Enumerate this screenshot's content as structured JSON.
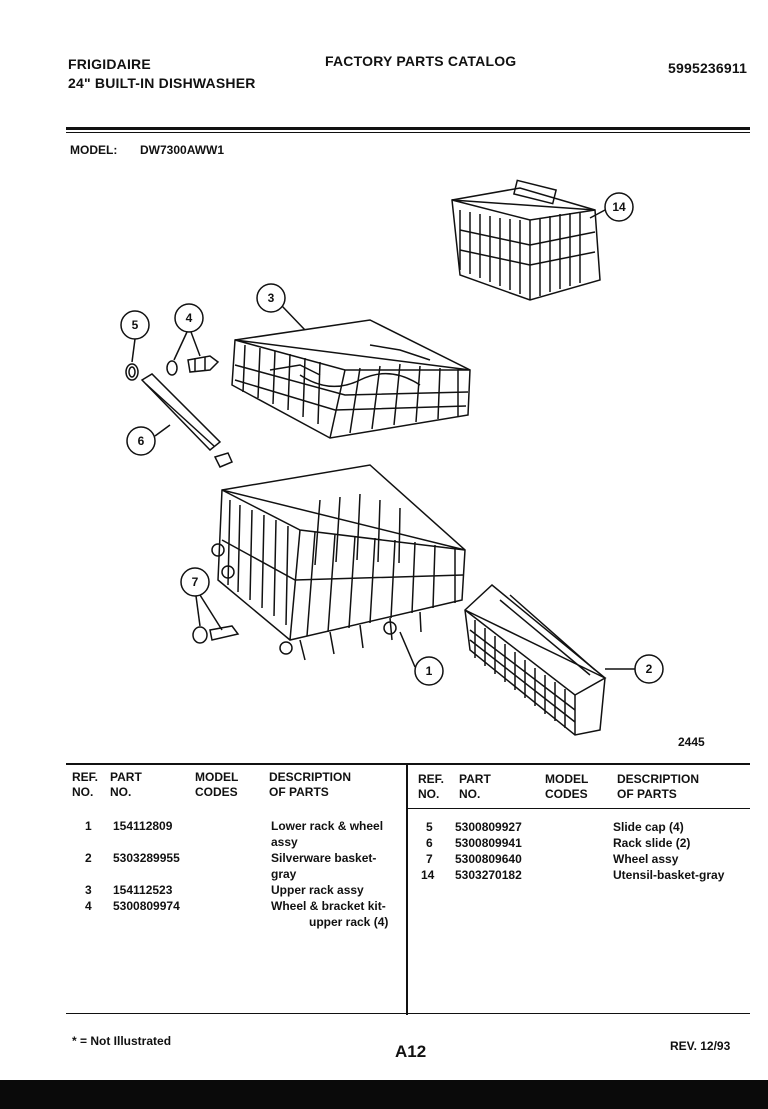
{
  "header": {
    "brand": "FRIGIDAIRE",
    "product": "24\" BUILT-IN DISHWASHER",
    "catalog": "FACTORY PARTS CATALOG",
    "catalog_no": "5995236911"
  },
  "model": {
    "label": "MODEL:",
    "value": "DW7300AWW1"
  },
  "diagram": {
    "callouts": [
      "14",
      "3",
      "5",
      "4",
      "6",
      "7",
      "1",
      "2"
    ],
    "figure_no": "2445"
  },
  "table": {
    "headers": {
      "ref_no": "REF. NO.",
      "part_no": "PART NO.",
      "model_codes": "MODEL CODES",
      "description": "DESCRIPTION OF PARTS"
    },
    "left_rows": [
      {
        "ref": "1",
        "part": "154112809",
        "desc1": "Lower rack & wheel",
        "desc2": "assy"
      },
      {
        "ref": "2",
        "part": "5303289955",
        "desc1": "Silverware basket-",
        "desc2": "gray"
      },
      {
        "ref": "3",
        "part": "154112523",
        "desc1": "Upper rack assy",
        "desc2": ""
      },
      {
        "ref": "4",
        "part": "5300809974",
        "desc1": "Wheel & bracket kit-",
        "desc2": "upper rack (4)"
      }
    ],
    "right_rows": [
      {
        "ref": "5",
        "part": "5300809927",
        "desc": "Slide cap (4)"
      },
      {
        "ref": "6",
        "part": "5300809941",
        "desc": "Rack slide (2)"
      },
      {
        "ref": "7",
        "part": "5300809640",
        "desc": "Wheel assy"
      },
      {
        "ref": "14",
        "part": "5303270182",
        "desc": "Utensil-basket-gray"
      }
    ]
  },
  "footer": {
    "note": "* = Not Illustrated",
    "page": "A12",
    "rev": "REV. 12/93"
  }
}
